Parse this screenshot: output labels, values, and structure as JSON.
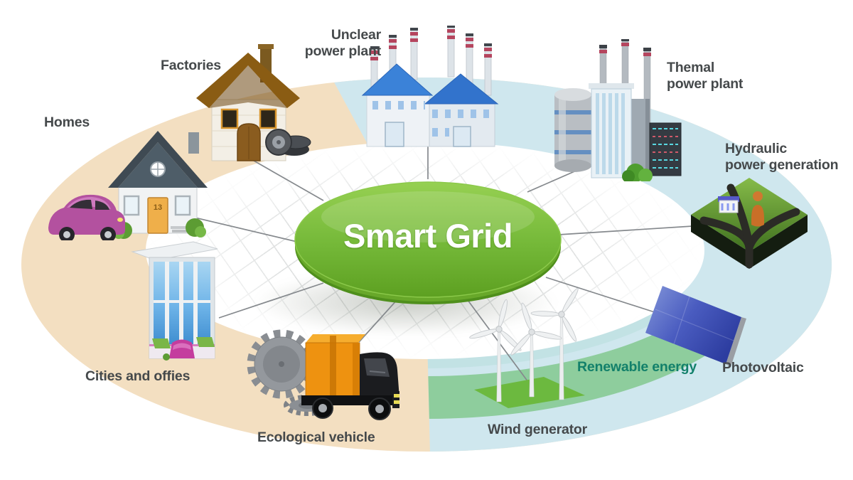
{
  "title": "Smart Grid",
  "center": {
    "label": "Smart Grid"
  },
  "nodes": {
    "homes": {
      "label": "Homes"
    },
    "factories": {
      "label": "Factories"
    },
    "nuclear": {
      "label": "Unclear\npower plant"
    },
    "thermal": {
      "label": "Themal\npower plant"
    },
    "hydraulic": {
      "label": "Hydraulic\npower generation"
    },
    "photovoltaic": {
      "label": "Photovoltaic"
    },
    "renewable": {
      "label": "Renewable energy"
    },
    "wind": {
      "label": "Wind generator"
    },
    "vehicle": {
      "label": "Ecological vehicle"
    },
    "cities": {
      "label": "Cities and offies"
    }
  },
  "icons": {
    "homes": "house-with-pink-car",
    "factories": "brick-factory-house-with-tires",
    "nuclear": "white-buildings-blue-roofs-chimneys",
    "thermal": "towers-tanks-striped-chimneys",
    "hydraulic": "green-terrain-with-rivers",
    "photovoltaic": "blue-solar-panel",
    "wind": "three-wind-turbines-on-green-patch",
    "vehicle": "orange-truck-with-gears",
    "cities": "glass-office-building"
  },
  "colors": {
    "ring_tan": "#f3dfc1",
    "ring_blue": "#cfe7ee",
    "ring_green_band": "#8ecd9d",
    "ring_inner_teal": "#c2e2e4",
    "center_disk_green": "#76b93c",
    "center_disk_rim": "#4f8f1c",
    "renewable_text": "#12806a",
    "label_text": "#45494b",
    "roof_blue": "#3b82d8",
    "chimney_red": "#b5455e",
    "truck_orange": "#ee9210",
    "car_pink": "#b3519f",
    "wind_patch_green": "#6cb93f"
  }
}
